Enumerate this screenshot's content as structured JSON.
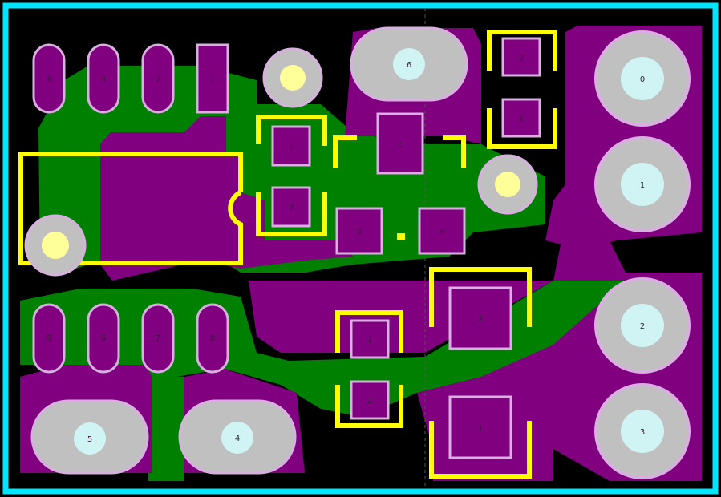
{
  "colors": {
    "background": "#000000",
    "outline": "#00e5ff",
    "copper_fill": "#008000",
    "pad": "#800080",
    "pad_border": "#d8b0e0",
    "silkscreen": "#ffff00",
    "hole": "#c0c0c0",
    "drill": "#d0f4f4",
    "via": "#ffff99",
    "label": "#3a1a3a"
  },
  "ic_pins_top": [
    "4",
    "3",
    "2",
    "1"
  ],
  "ic_pins_bottom": [
    "5",
    "6",
    "7",
    "8"
  ],
  "mount_holes": [
    "5",
    "4",
    "6"
  ],
  "connector_pins": [
    "0",
    "1",
    "2",
    "3"
  ],
  "cap_top_right": [
    "2",
    "1"
  ],
  "cap_middle": [
    "1",
    "2"
  ],
  "cap_lower": [
    "1",
    "2"
  ],
  "transistor": [
    "c",
    "b",
    "e"
  ],
  "power_pads": [
    "2",
    "1"
  ]
}
